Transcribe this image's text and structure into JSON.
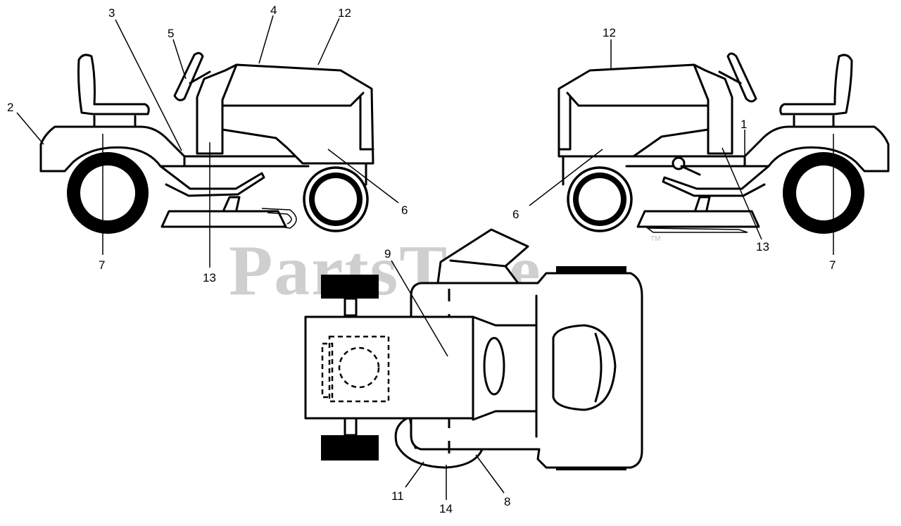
{
  "watermark": {
    "text": "PartsTree",
    "trademark": "TM"
  },
  "callouts": {
    "left_view": {
      "c2": "2",
      "c3": "3",
      "c4": "4",
      "c5": "5",
      "c12": "12",
      "c6": "6",
      "c7": "7",
      "c13": "13"
    },
    "right_view": {
      "c12": "12",
      "c1": "1",
      "c6": "6",
      "c13": "13",
      "c7": "7"
    },
    "top_view": {
      "c9": "9",
      "c11": "11",
      "c14": "14",
      "c8": "8"
    }
  }
}
